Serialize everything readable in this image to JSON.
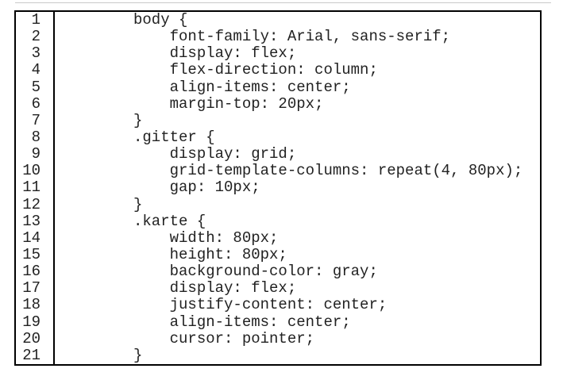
{
  "page": {
    "background_color": "#ffffff",
    "text_color": "#222222",
    "border_color": "#000000",
    "top_rule_color": "#c9c9c9"
  },
  "code_listing": {
    "lines": [
      {
        "number": "1",
        "code": "body {"
      },
      {
        "number": "2",
        "code": "    font-family: Arial, sans-serif;"
      },
      {
        "number": "3",
        "code": "    display: flex;"
      },
      {
        "number": "4",
        "code": "    flex-direction: column;"
      },
      {
        "number": "5",
        "code": "    align-items: center;"
      },
      {
        "number": "6",
        "code": "    margin-top: 20px;"
      },
      {
        "number": "7",
        "code": "}"
      },
      {
        "number": "8",
        "code": ".gitter {"
      },
      {
        "number": "9",
        "code": "    display: grid;"
      },
      {
        "number": "10",
        "code": "    grid-template-columns: repeat(4, 80px);"
      },
      {
        "number": "11",
        "code": "    gap: 10px;"
      },
      {
        "number": "12",
        "code": "}"
      },
      {
        "number": "13",
        "code": ".karte {"
      },
      {
        "number": "14",
        "code": "    width: 80px;"
      },
      {
        "number": "15",
        "code": "    height: 80px;"
      },
      {
        "number": "16",
        "code": "    background-color: gray;"
      },
      {
        "number": "17",
        "code": "    display: flex;"
      },
      {
        "number": "18",
        "code": "    justify-content: center;"
      },
      {
        "number": "19",
        "code": "    align-items: center;"
      },
      {
        "number": "20",
        "code": "    cursor: pointer;"
      },
      {
        "number": "21",
        "code": "}"
      }
    ]
  }
}
